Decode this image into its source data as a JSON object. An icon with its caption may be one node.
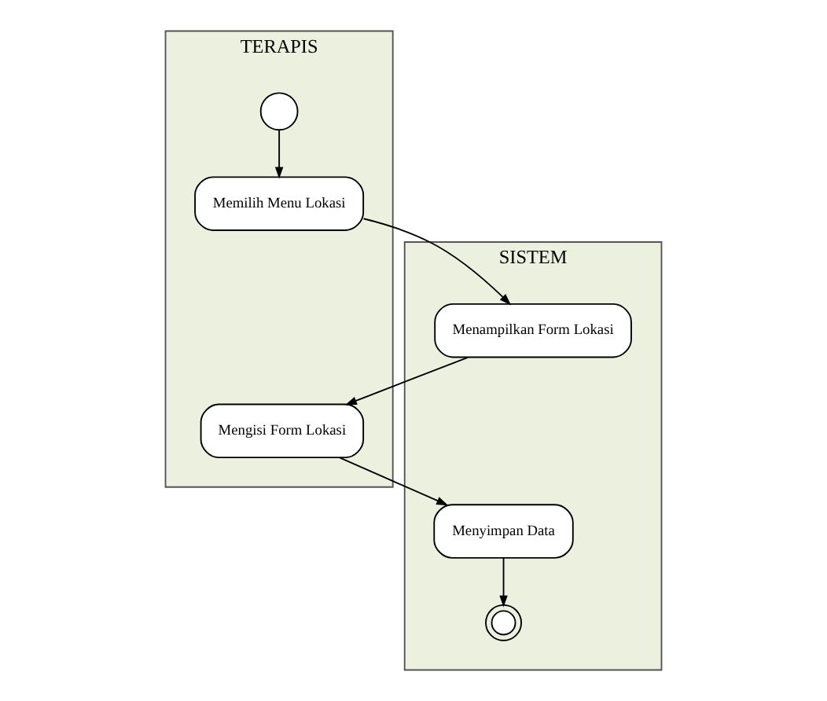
{
  "diagram": {
    "nodes": [
      {
        "text": [
          "TERAPIS"
        ]
      },
      {
        "text": [
          "SISTEM"
        ]
      },
      {
        "text": [],
        "shape": "circle",
        "in": 0
      },
      {
        "text": [
          "Memilih Menu Lokasi"
        ],
        "in": 0
      },
      {
        "text": [
          "Menampilkan Form Lokasi"
        ],
        "in": 1
      },
      {
        "text": [
          "Mengisi Form Lokasi"
        ],
        "in": 0
      },
      {
        "text": [
          "Menyimpan Data"
        ],
        "in": 1
      },
      {
        "text": [],
        "shape": "bullseye",
        "in": 1
      }
    ],
    "edges": [
      {
        "from": 2,
        "to": 3,
        "arrow": "to"
      },
      {
        "from": 3,
        "to": 4,
        "arrow": "to"
      },
      {
        "from": 4,
        "to": 5,
        "arrow": "to"
      },
      {
        "from": 5,
        "to": 6,
        "arrow": "to"
      },
      {
        "from": 6,
        "to": 7,
        "arrow": "to"
      }
    ]
  }
}
